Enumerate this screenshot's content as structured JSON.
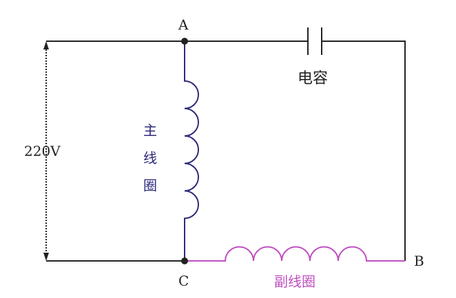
{
  "labels": {
    "node_a": "A",
    "node_b": "B",
    "node_c": "C",
    "voltage": "220V",
    "capacitor": "电容",
    "main_coil": [
      "主",
      "线",
      "圈"
    ],
    "aux_coil": "副线圈"
  },
  "colors": {
    "wire": "#222222",
    "main_coil": "#2e2a7a",
    "aux_coil": "#c050c0"
  }
}
